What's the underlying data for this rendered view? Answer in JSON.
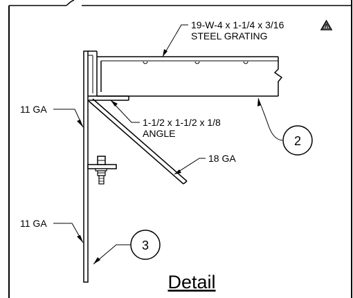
{
  "callouts": {
    "grating_line1": "19-W-4 x 1-1/4 x 3/16",
    "grating_line2": "STEEL GRATING",
    "revision_mark": "A",
    "angle_line1": "1-1/2 x 1-1/2 x 1/8",
    "angle_line2": "ANGLE",
    "gauge_brace": "18 GA",
    "gauge_upper": "11 GA",
    "gauge_lower": "11 GA"
  },
  "bubbles": {
    "first": "2",
    "second": "3"
  },
  "title": "Detail"
}
